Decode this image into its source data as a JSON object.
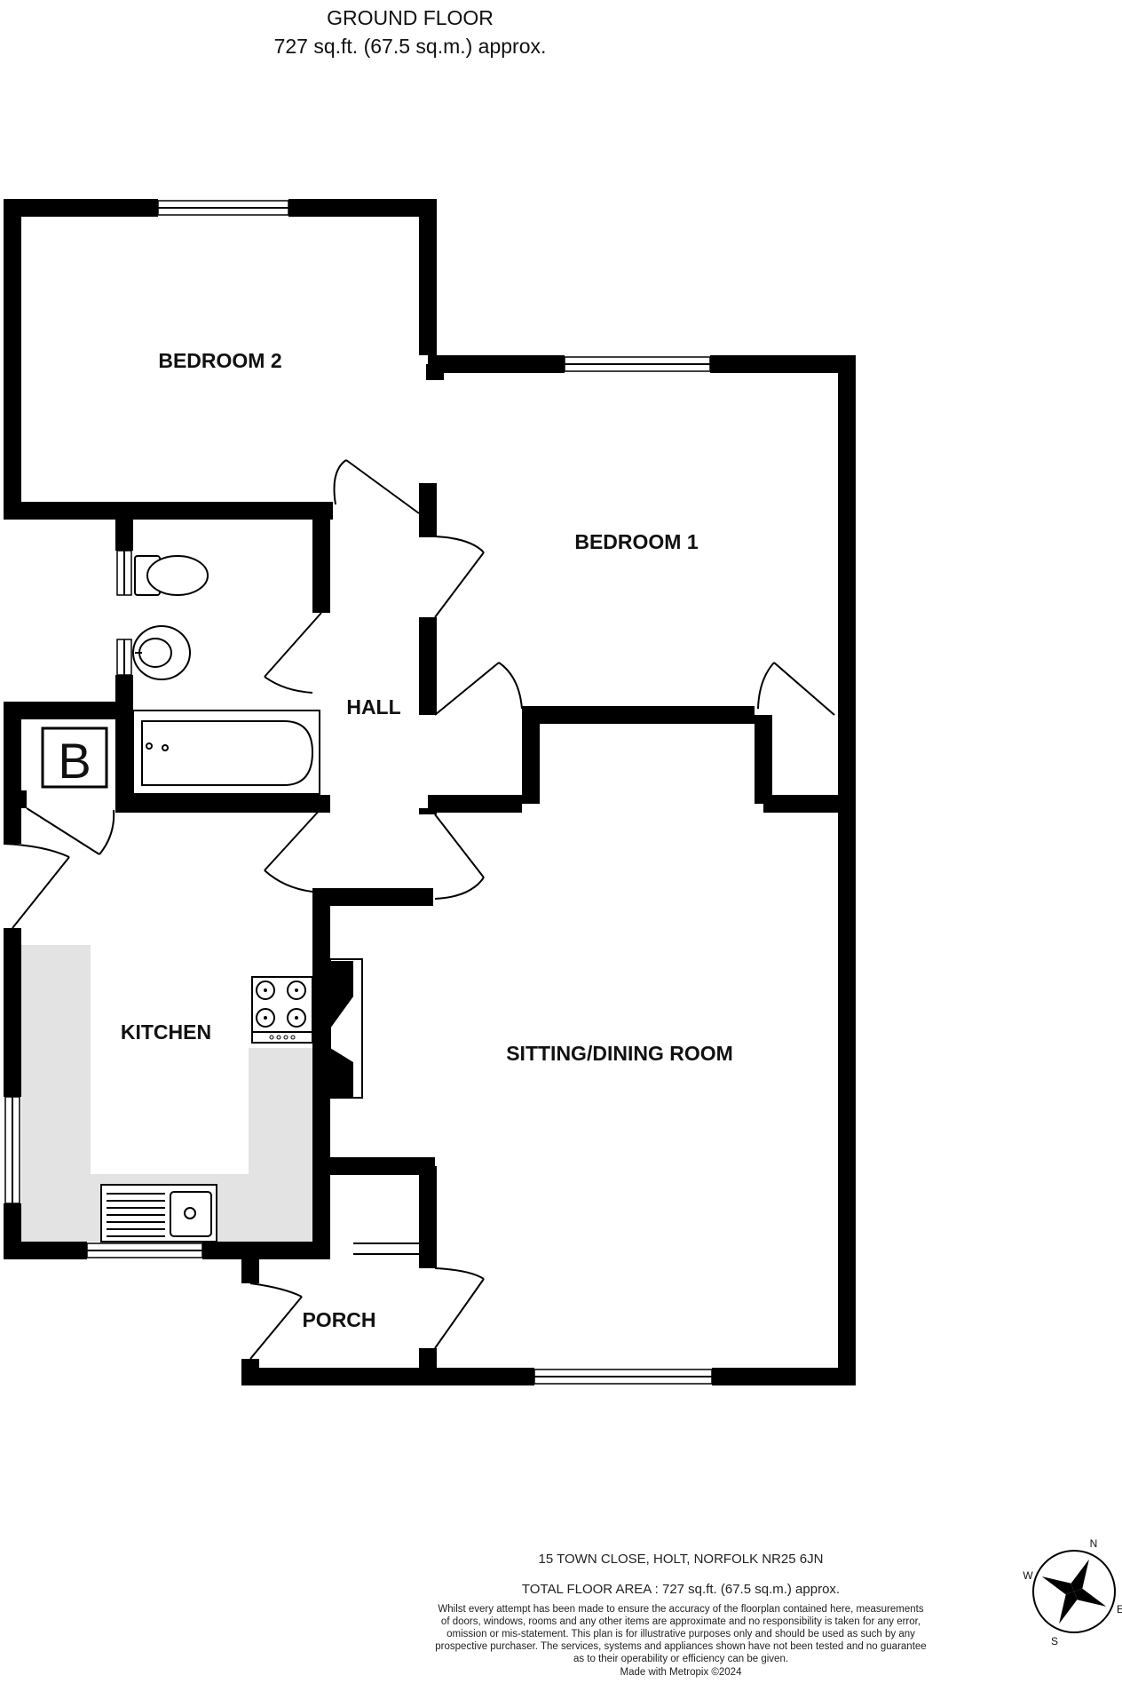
{
  "header": {
    "floor_name": "GROUND FLOOR",
    "floor_area": "727 sq.ft. (67.5 sq.m.) approx."
  },
  "rooms": {
    "bedroom2": "BEDROOM 2",
    "bedroom1": "BEDROOM 1",
    "hall": "HALL",
    "kitchen": "KITCHEN",
    "sitting": "SITTING/DINING ROOM",
    "porch": "PORCH",
    "boiler": "B"
  },
  "footer": {
    "address": "15 TOWN CLOSE, HOLT, NORFOLK NR25 6JN",
    "total_area": "TOTAL FLOOR AREA : 727 sq.ft. (67.5 sq.m.) approx.",
    "disclaimer": [
      "Whilst every attempt has been made to ensure the accuracy of the floorplan contained here, measurements",
      "of doors, windows, rooms and any other items are approximate and no responsibility is taken for any error,",
      "omission or mis-statement. This plan is for illustrative purposes only and should be used as such by any",
      "prospective purchaser. The services, systems and appliances shown have not been tested and no guarantee",
      "as to their operability or efficiency can be given."
    ],
    "credit": "Made with Metropix ©2024"
  },
  "compass": {
    "n": "N",
    "e": "E",
    "s": "S",
    "w": "W"
  },
  "colors": {
    "wall": "#000000",
    "counter": "#e3e3e3",
    "background": "#ffffff"
  }
}
